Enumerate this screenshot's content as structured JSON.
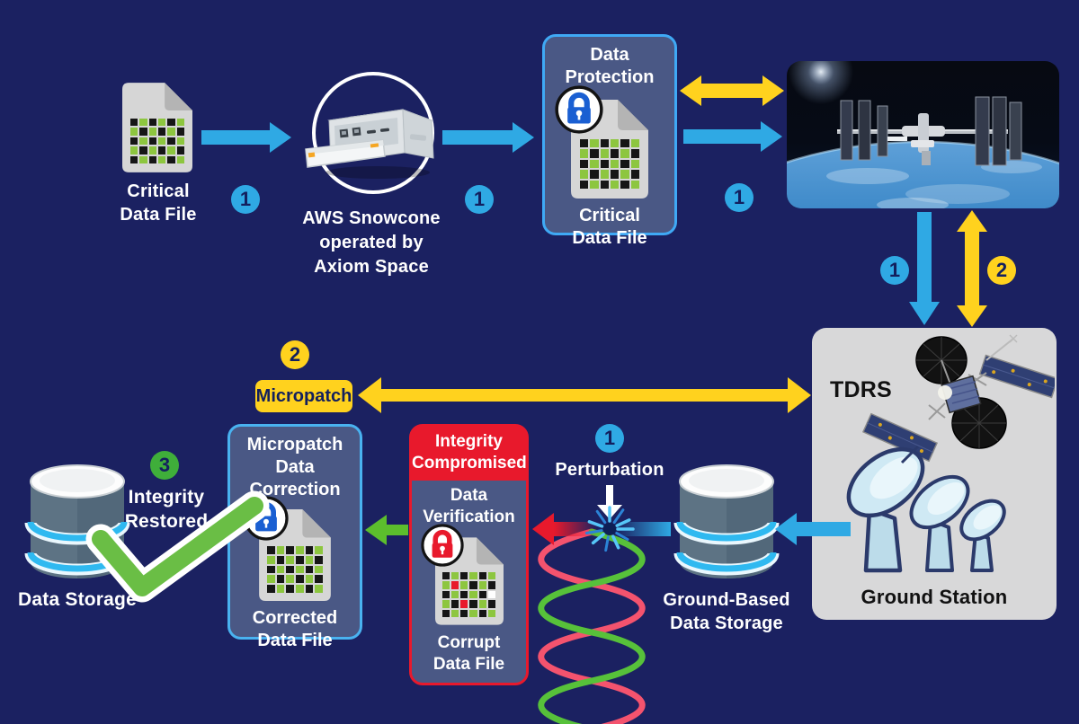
{
  "colors": {
    "background": "#1b2161",
    "blue": "#2fa9e4",
    "yellow": "#ffd21e",
    "red": "#e8192c",
    "green": "#5cbe2d",
    "panel": "#4a5885",
    "panel_border": "#3fa9f5",
    "tdrs_panel": "#d8d8d9"
  },
  "badges": {
    "step1": "1",
    "step2": "2",
    "step3": "3"
  },
  "critical_file": {
    "line1": "Critical",
    "line2": "Data File"
  },
  "snowcone": {
    "line1": "AWS Snowcone",
    "line2": "operated by",
    "line3": "Axiom Space"
  },
  "data_protection": {
    "title": "Data Protection",
    "file_line1": "Critical",
    "file_line2": "Data File"
  },
  "tdrs": {
    "satellite_label": "TDRS",
    "station_label": "Ground Station"
  },
  "micropatch_tag": {
    "label": "Micropatch"
  },
  "ground_storage": {
    "line1": "Ground-Based",
    "line2": "Data Storage"
  },
  "perturbation": {
    "label": "Perturbation"
  },
  "verification": {
    "header1": "Integrity",
    "header2": "Compromised",
    "title1": "Data",
    "title2": "Verification",
    "file1": "Corrupt",
    "file2": "Data File"
  },
  "correction": {
    "title1": "Micropatch",
    "title2": "Data Correction",
    "file1": "Corrected",
    "file2": "Data File"
  },
  "storage": {
    "label": "Data Storage",
    "status1": "Integrity",
    "status2": "Restored"
  },
  "checker_colors": {
    "k": "#161616",
    "g": "#8dc63f",
    "r": "#e8192c",
    "w": "#ffffff"
  },
  "checker_patterns": {
    "clean": [
      "kgkgkg",
      "gkgkgk",
      "kgkgkg",
      "gkgkgk",
      "kgkgkg"
    ],
    "corrupt": [
      "kgkgkg",
      "grgkgk",
      "kgkgkw",
      "gkrkgk",
      "kgkgkg"
    ]
  }
}
